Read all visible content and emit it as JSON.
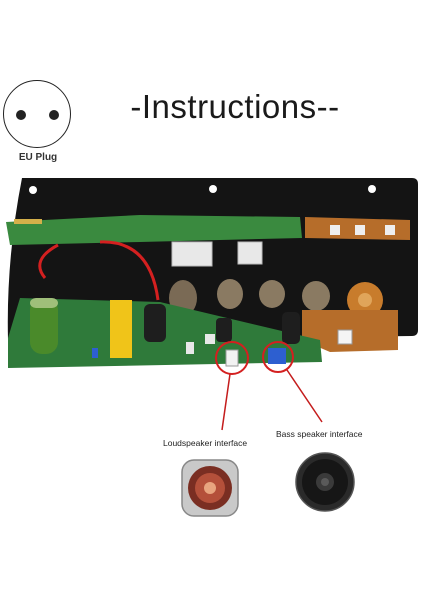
{
  "header": {
    "title": "-Instructions--"
  },
  "plug": {
    "label": "EU Plug",
    "icon": "eu-plug-icon"
  },
  "interfaces": {
    "loudspeaker_label": "Loudspeaker interface",
    "bass_label": "Bass speaker interface"
  },
  "colors": {
    "pcb_green": "#2f7a3a",
    "panel_black": "#141414",
    "highlight_red": "#d42020",
    "connector_blue": "#2d5fd0",
    "capacitor_yellow": "#f0c419"
  }
}
